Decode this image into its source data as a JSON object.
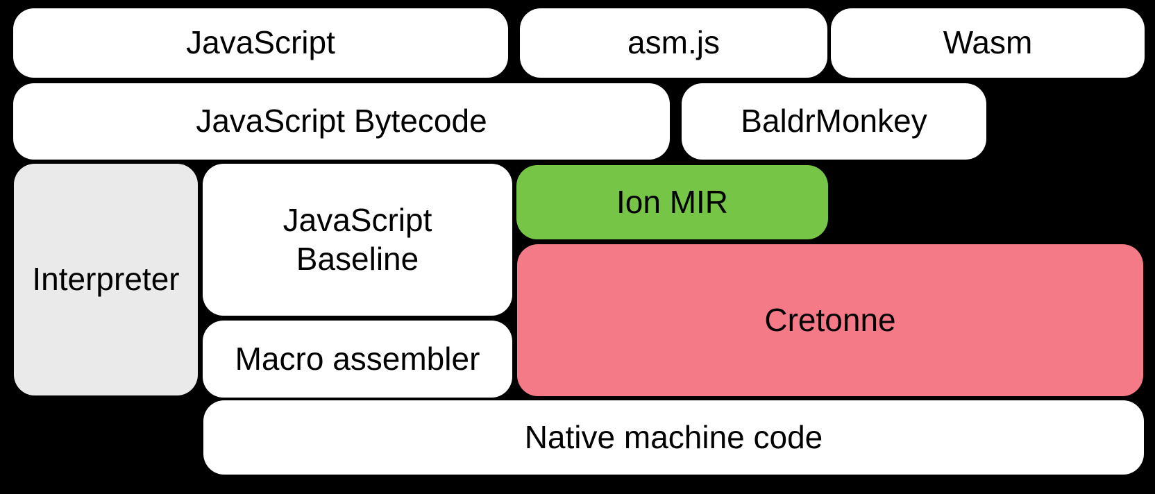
{
  "colors": {
    "background": "#000000",
    "text": "#000000",
    "box_default": "#ffffff",
    "interpreter_gray": "#e9eae9",
    "ion_mir_green": "#76c546",
    "cretonne_pink": "#f57a87"
  },
  "boxes": {
    "javascript": {
      "label": "JavaScript",
      "color": "#ffffff"
    },
    "asmjs": {
      "label": "asm.js",
      "color": "#ffffff"
    },
    "wasm": {
      "label": "Wasm",
      "color": "#ffffff"
    },
    "bytecode": {
      "label": "JavaScript Bytecode",
      "color": "#ffffff"
    },
    "baldrmonkey": {
      "label": "BaldrMonkey",
      "color": "#ffffff"
    },
    "interpreter": {
      "label": "Interpreter",
      "color": "#e9eae9"
    },
    "baseline": {
      "label": "JavaScript\nBaseline",
      "color": "#ffffff"
    },
    "macro_assembler": {
      "label": "Macro assembler",
      "color": "#ffffff"
    },
    "ion_mir": {
      "label": "Ion MIR",
      "color": "#76c546"
    },
    "cretonne": {
      "label": "Cretonne",
      "color": "#f57a87"
    },
    "native": {
      "label": "Native machine code",
      "color": "#ffffff"
    }
  }
}
